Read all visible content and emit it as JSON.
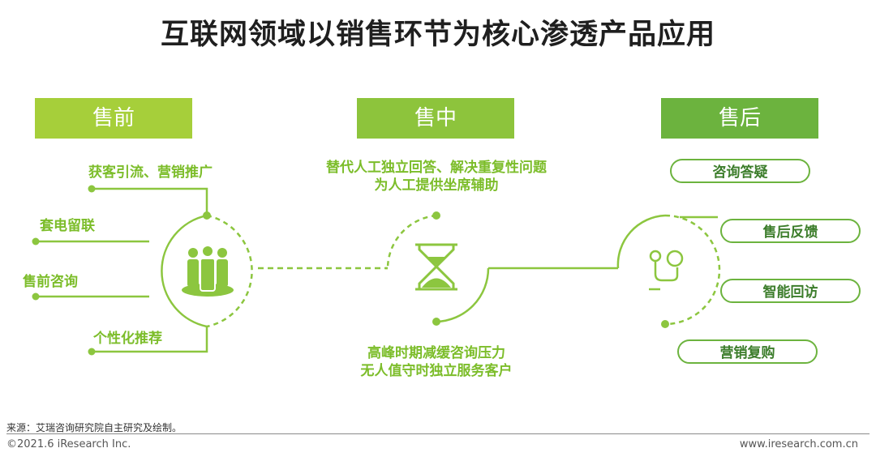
{
  "title": "互联网领域以销售环节为核心渗透产品应用",
  "colors": {
    "pre": "#a6cf3a",
    "mid": "#8dc43c",
    "post": "#6cb33e",
    "label_green": "#7cbd2a",
    "line_green": "#8cc63f"
  },
  "stages": {
    "pre": {
      "header": "售前",
      "icon": "people-group-icon",
      "items": [
        "获客引流、营销推广",
        "套电留联",
        "售前咨询",
        "个性化推荐"
      ]
    },
    "mid": {
      "header": "售中",
      "icon": "hourglass-icon",
      "top_text": [
        "替代人工独立回答、解决重复性问题",
        "为人工提供坐席辅助"
      ],
      "bottom_text": [
        "高峰时期减缓咨询压力",
        "无人值守时独立服务客户"
      ]
    },
    "post": {
      "header": "售后",
      "icon": "service-connection-icon",
      "items": [
        "咨询答疑",
        "售后反馈",
        "智能回访",
        "营销复购"
      ]
    }
  },
  "footer": {
    "source": "来源：艾瑞咨询研究院自主研究及绘制。",
    "copyright": "©2021.6 iResearch Inc.",
    "website": "www.iresearch.com.cn"
  }
}
